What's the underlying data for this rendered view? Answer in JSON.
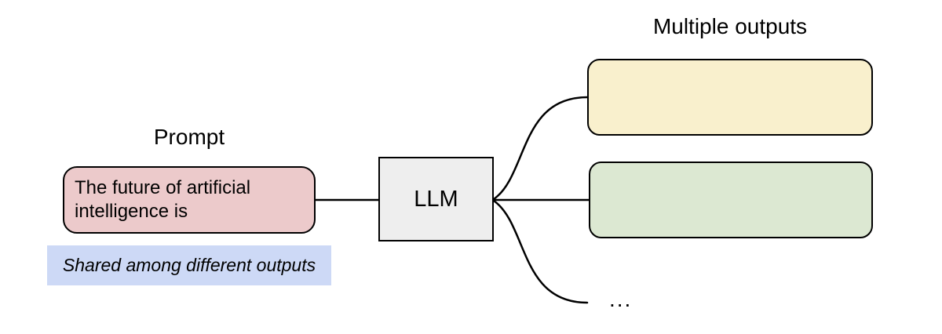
{
  "diagram": {
    "prompt": {
      "title": "Prompt",
      "box_text": "The future of artificial intelligence is",
      "annotation": "Shared among different outputs"
    },
    "llm": {
      "label": "LLM"
    },
    "outputs": {
      "title": "Multiple outputs",
      "ellipsis": "..."
    },
    "colors": {
      "prompt_box_fill": "#eccacb",
      "annotation_highlight": "#cdd9f6",
      "llm_box_fill": "#eeeeee",
      "output_box_1_fill": "#f9f0cd",
      "output_box_2_fill": "#dce8d2",
      "stroke": "#000000",
      "background": "#ffffff"
    }
  }
}
